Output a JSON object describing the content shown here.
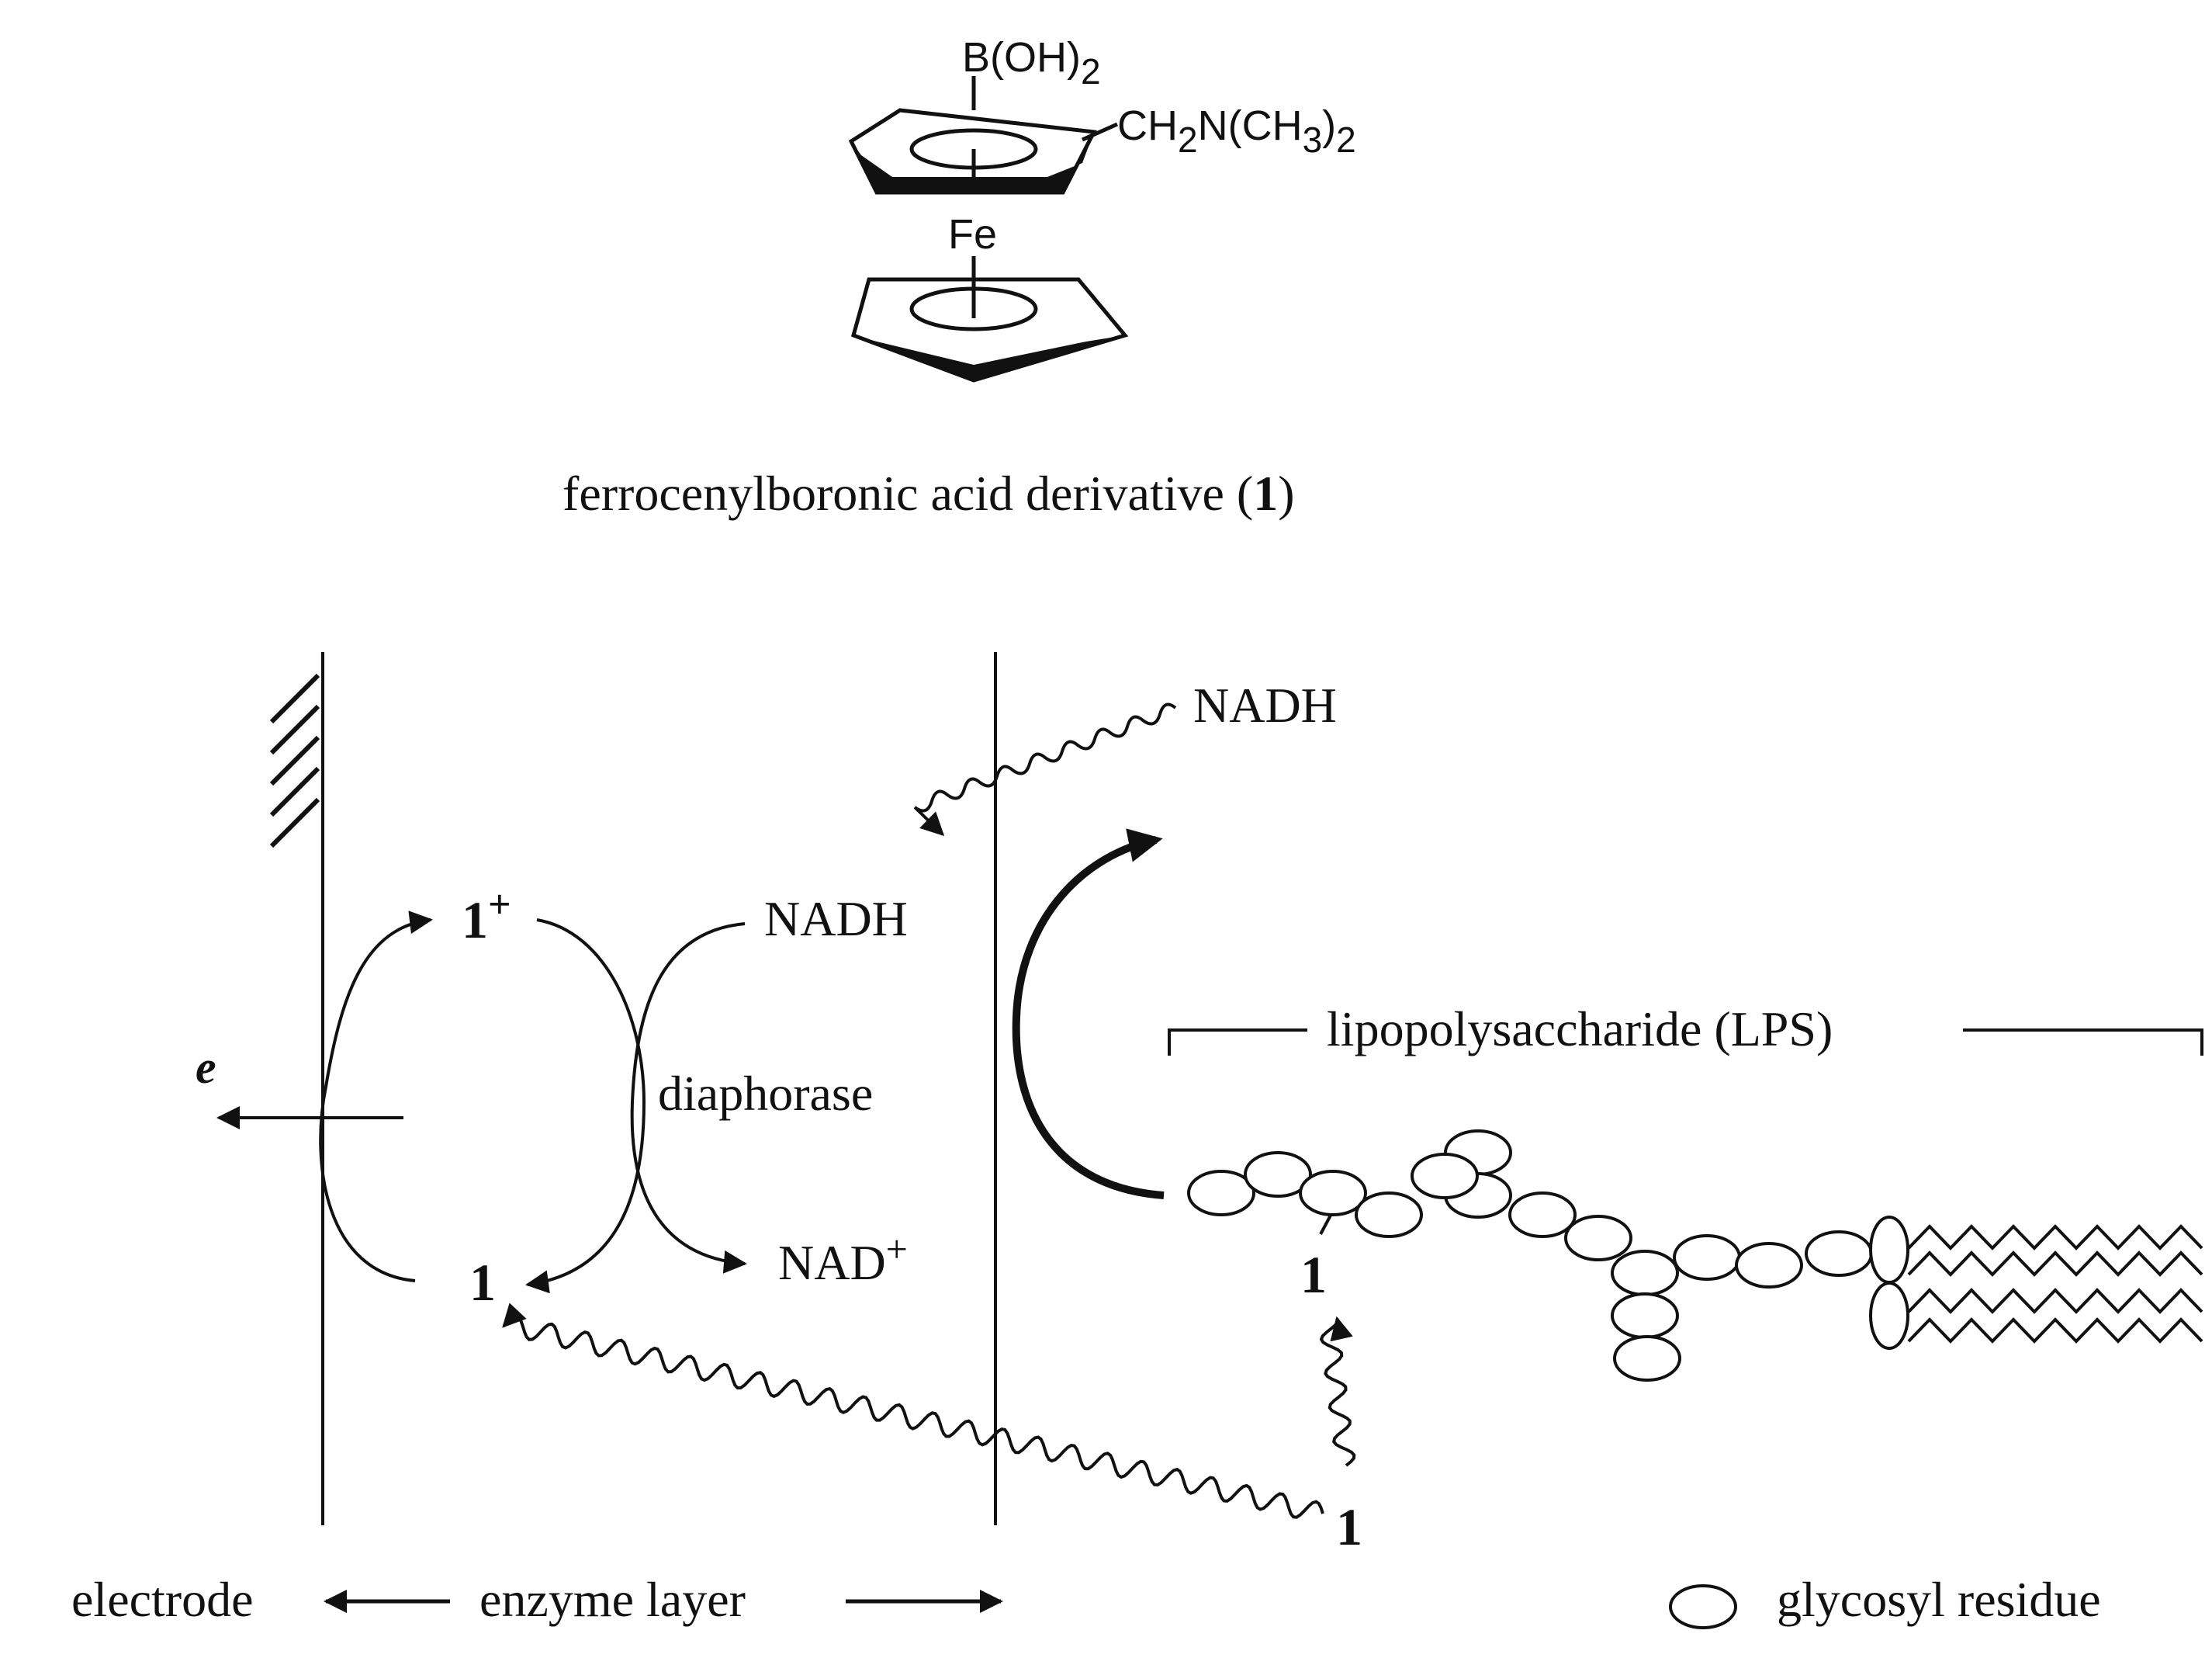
{
  "structure": {
    "boron_group": "B(OH)",
    "boron_group_sub": "2",
    "side_chain_a": "CH",
    "side_chain_b": "N(CH",
    "side_chain_c": ")",
    "side_chain_sub1": "2",
    "side_chain_sub2": "3",
    "side_chain_sub3": "2",
    "metal": "Fe",
    "caption_prefix": "ferrocenylboronic acid derivative (",
    "caption_number": "1",
    "caption_suffix": ")"
  },
  "scheme": {
    "nadh_top": "NADH",
    "nadh_inner": "NADH",
    "nad_plus": "NAD",
    "nad_plus_sup": "+",
    "diaphorase": "diaphorase",
    "electron": "e",
    "oxidized_1": "1",
    "oxidized_sup": "+",
    "reduced_1": "1",
    "label_1_lps": "1",
    "label_1_bottom": "1",
    "lps_label": "lipopolysaccharide (LPS)",
    "electrode": "electrode",
    "enzyme_layer": "enzyme layer",
    "legend_glycosyl": "glycosyl residue"
  },
  "legend": {
    "glycosyl_icon": "ellipse-icon"
  },
  "colors": {
    "ink": "#111111",
    "background": "#ffffff"
  }
}
